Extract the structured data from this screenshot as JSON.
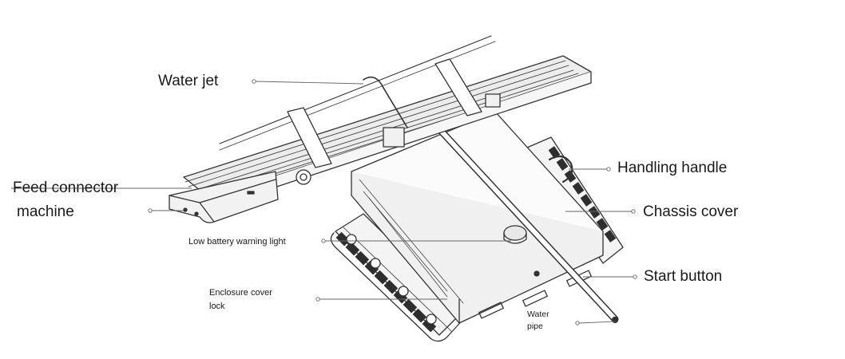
{
  "labels": {
    "water_jet": "Water jet",
    "feed_connector_line1": "Feed connector",
    "feed_connector_line2": "machine",
    "low_battery": "Low battery warning light",
    "enclosure_line1": "Enclosure cover",
    "enclosure_line2": "lock",
    "water_pipe_line1": "Water",
    "water_pipe_line2": "pipe",
    "handling_handle": "Handling handle",
    "chassis_cover": "Chassis cover",
    "start_button": "Start button"
  },
  "colors": {
    "line": "#333333",
    "leader": "#666666",
    "background": "#ffffff"
  }
}
